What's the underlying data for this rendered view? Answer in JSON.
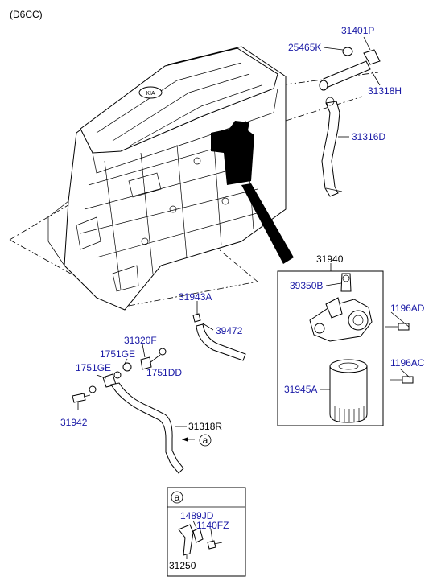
{
  "engine_code": "(D6CC)",
  "engine_badge": "KIA",
  "callouts": {
    "p31401P": "31401P",
    "p25465K": "25465K",
    "p31318H": "31318H",
    "p31316D": "31316D",
    "p31940": "31940",
    "p39350B": "39350B",
    "p1196AD": "1196AD",
    "p1196AC": "1196AC",
    "p31945A": "31945A",
    "p31943A": "31943A",
    "p39472": "39472",
    "p31320F": "31320F",
    "p1751GE_a": "1751GE",
    "p1751GE_b": "1751GE",
    "p1751DD": "1751DD",
    "p31942": "31942",
    "p31318R": "31318R",
    "ref_a": "a"
  },
  "detail_a": {
    "tag": "a",
    "p1489JD": "1489JD",
    "p1140FZ": "1140FZ",
    "p31250": "31250"
  },
  "colors": {
    "label": "#1a1aa6",
    "line": "#000000",
    "background": "#ffffff"
  }
}
